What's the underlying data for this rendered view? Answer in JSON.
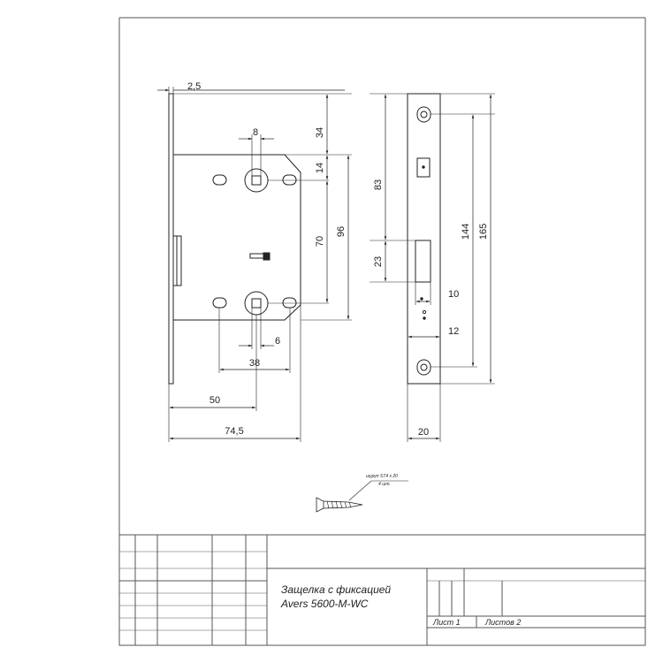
{
  "drawing": {
    "dimensions": {
      "flange_thickness": "2,5",
      "spindle_square": "8",
      "top_offset": "34",
      "spindle_offset": "14",
      "spindle_distance": "70",
      "body_height": "96",
      "small_square": "6",
      "hole_spacing": "38",
      "backset": "50",
      "body_width": "74,5",
      "strike_upper": "83",
      "latch_height": "23",
      "latch_width": "10",
      "lower_offset": "12",
      "screw_spacing": "144",
      "plate_length": "165",
      "plate_width": "20"
    },
    "screw_note": {
      "line1": "шуруп ST4 x 20",
      "line2": "4 шт."
    }
  },
  "title_block": {
    "title_line1": "Защелка с фиксацией",
    "title_line2": "Avers 5600-M-WC",
    "sheet_label": "Лист 1",
    "sheets_label": "Листов 2"
  },
  "colors": {
    "line": "#222222",
    "frame": "#555555",
    "background": "#ffffff"
  }
}
